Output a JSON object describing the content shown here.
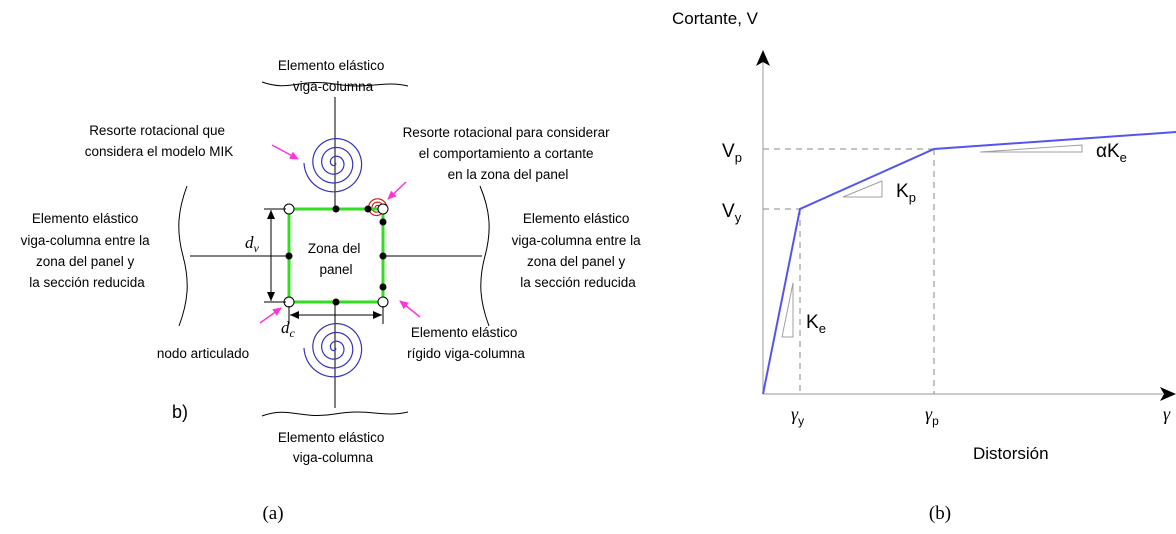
{
  "panel_a": {
    "caption": "(a)",
    "sublabel": "b)",
    "top_element": [
      "Elemento  elástico",
      "viga-columna"
    ],
    "bottom_element": [
      "Elemento  elástico",
      "viga-columna"
    ],
    "left_element": [
      "Elemento  elástico",
      "viga-columna entre la",
      "zona del panel y",
      "la sección reducida"
    ],
    "right_element": [
      "Elemento  elástico",
      "viga-columna entre la",
      "zona del panel y",
      "la sección reducida"
    ],
    "mik_spring": [
      "Resorte rotacional que",
      "considera el modelo MIK"
    ],
    "shear_spring": [
      "Resorte rotacional para considerar",
      "el comportamiento a cortante",
      "en la zona del panel"
    ],
    "panel_zone": [
      "Zona del",
      "panel"
    ],
    "rigid_element": [
      "Elemento  elástico",
      "rígido viga-columna"
    ],
    "pin_node": "nodo articulado",
    "dim_v": "d",
    "dim_v_sub": "v",
    "dim_c": "d",
    "dim_c_sub": "c",
    "colors": {
      "panel": "#33dd22",
      "spring": "#3333bb",
      "shear_spring": "#cc2222",
      "arrow": "#ff33dd"
    }
  },
  "panel_b": {
    "caption": "(b)",
    "y_axis_label": "Cortante, V",
    "x_axis_label": "Distorsión",
    "Vp": {
      "main": "V",
      "sub": "p"
    },
    "Vy": {
      "main": "V",
      "sub": "y"
    },
    "gamma_y": {
      "main": "γ",
      "sub": "y"
    },
    "gamma_p": {
      "main": "γ",
      "sub": "p"
    },
    "gamma": "γ",
    "Ke": {
      "main": "K",
      "sub": "e"
    },
    "Kp": {
      "main": "K",
      "sub": "p"
    },
    "aKe": {
      "main": "αK",
      "sub": "e"
    },
    "curve_color": "#5555ee"
  }
}
